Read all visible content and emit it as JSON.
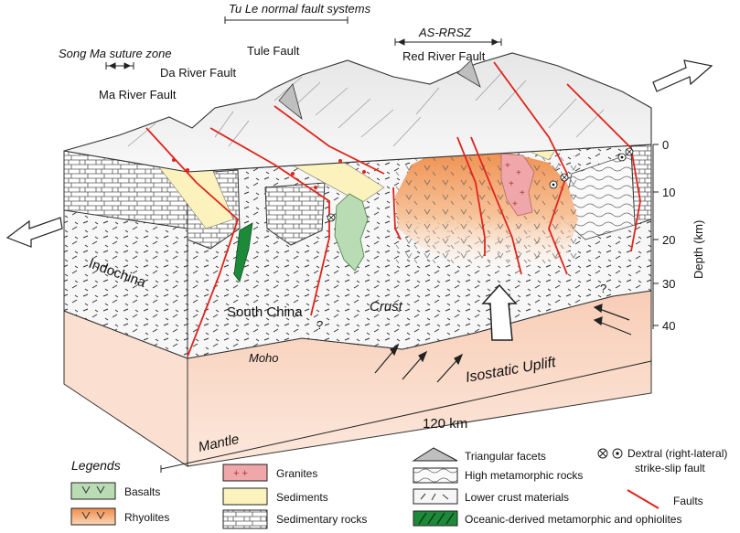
{
  "labels": {
    "tu_le": "Tu Le normal fault systems",
    "as_rrsz": "AS-RRSZ",
    "song_ma": "Song Ma suture zone",
    "da_river": "Da River Fault",
    "tule_fault": "Tule Fault",
    "red_river": "Red River Fault",
    "ma_river": "Ma River Fault",
    "indochina": "Indochina",
    "south_china": "South China",
    "crust": "Crust",
    "moho": "Moho",
    "isostatic": "Isostatic Uplift",
    "mantle": "Mantle",
    "scale": "120 km",
    "q1": "?",
    "q2": "?"
  },
  "depth_axis": {
    "title": "Depth (km)",
    "ticks": [
      "0",
      "10",
      "20",
      "30",
      "40"
    ]
  },
  "legend": {
    "title": "Legends",
    "items": [
      {
        "key": "basalts",
        "label": "Basalts",
        "color": "#b9dcb4"
      },
      {
        "key": "rhyolites",
        "label": "Rhyolites",
        "color": "#ef9a5a"
      },
      {
        "key": "granites",
        "label": "Granites",
        "color": "#f0a7aa"
      },
      {
        "key": "sediments",
        "label": "Sediments",
        "color": "#fbf2bd"
      },
      {
        "key": "sedimentary",
        "label": "Sedimentary rocks",
        "color": "#ffffff"
      },
      {
        "key": "triangular",
        "label": "Triangular facets",
        "color": "#bfbfbf"
      },
      {
        "key": "highmeta",
        "label": "High metamorphic rocks",
        "color": "#f2f2f2"
      },
      {
        "key": "lowercrust",
        "label": "Lower crust materials",
        "color": "#f6f6f6"
      },
      {
        "key": "oceanic",
        "label": "Oceanic-derived metamorphic and ophiolites",
        "color": "#1d8a3a"
      },
      {
        "key": "dextral",
        "label": "Dextral (right-lateral)",
        "label2": "strike-slip fault",
        "color": "#111111"
      },
      {
        "key": "faults",
        "label": "Faults",
        "color": "#e0241b"
      }
    ]
  }
}
